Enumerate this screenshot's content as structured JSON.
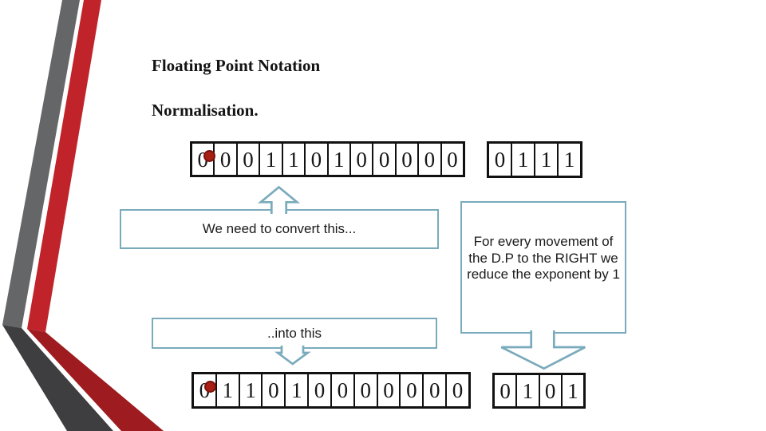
{
  "slide": {
    "title": "Floating Point Notation",
    "subtitle": "Normalisation."
  },
  "binary": {
    "top": {
      "mantissa_digits": [
        "0",
        "0",
        "0",
        "1",
        "1",
        "0",
        "1",
        "0",
        "0",
        "0",
        "0",
        "0"
      ],
      "exponent_digits": [
        "0",
        "1",
        "1",
        "1"
      ],
      "radix_point_between_bits": [
        1,
        2
      ]
    },
    "bottom": {
      "mantissa_digits": [
        "0",
        "1",
        "1",
        "0",
        "1",
        "0",
        "0",
        "0",
        "0",
        "0",
        "0",
        "0"
      ],
      "exponent_digits": [
        "0",
        "1",
        "0",
        "1"
      ],
      "radix_point_between_bits": [
        1,
        2
      ]
    }
  },
  "callouts": {
    "convert_label": "We need to convert this...",
    "rule_lines": [
      "For every movement of",
      "the D.P to the RIGHT we",
      "reduce the exponent by 1"
    ],
    "into_label": "..into this"
  },
  "colors": {
    "accent_blue": "#7AABBC",
    "stripe_gray": "#656668",
    "stripe_gray_dark": "#3E3E40",
    "stripe_red": "#C0232A",
    "stripe_red_dark": "#9E1C20",
    "dot_red": "#A81F14",
    "cell_border": "#111111"
  }
}
